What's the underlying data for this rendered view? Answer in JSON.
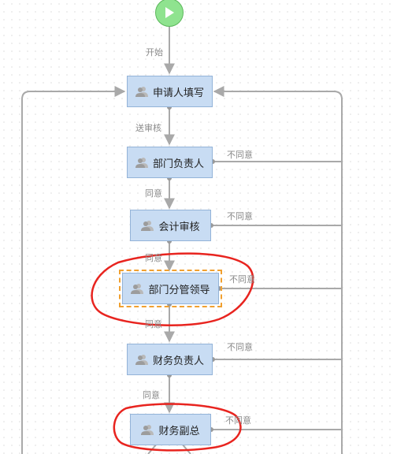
{
  "start": {
    "icon": "play-icon"
  },
  "nodes": [
    {
      "id": "applicant",
      "label": "申请人填写"
    },
    {
      "id": "dept-head",
      "label": "部门负责人"
    },
    {
      "id": "accounting",
      "label": "会计审核"
    },
    {
      "id": "dept-leader",
      "label": "部门分管领导"
    },
    {
      "id": "finance-head",
      "label": "财务负责人"
    },
    {
      "id": "finance-vp",
      "label": "财务副总"
    }
  ],
  "edge_labels": {
    "start": "开始",
    "submit": "送审核",
    "agree_1": "同意",
    "agree_2": "同意",
    "agree_3": "同意",
    "agree_4": "同意",
    "disagree_1": "不同意",
    "disagree_2": "不同意",
    "disagree_3": "不同意",
    "disagree_4": "不同意",
    "disagree_5": "不同意"
  },
  "colors": {
    "node_fill": "#c8dcf3",
    "node_border": "#93b3d8",
    "edge": "#a9a9a9",
    "annotation": "#e8241f",
    "selection": "#f0a030",
    "start_fill": "#8fe38f"
  },
  "selected_node": "dept-leader",
  "annotations": {
    "shape": "red-freehand-ellipse",
    "targets": [
      "dept-leader",
      "finance-vp"
    ]
  }
}
